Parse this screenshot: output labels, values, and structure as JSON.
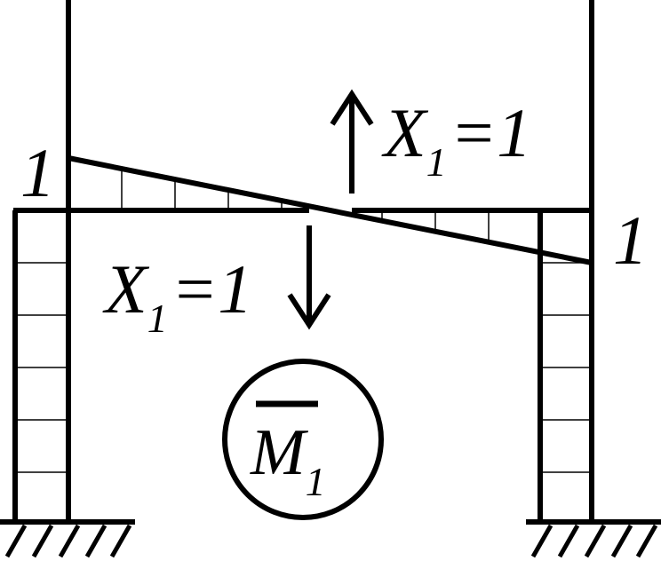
{
  "diagram": {
    "labels": {
      "moment_left": "1",
      "moment_right": "1",
      "force_upper": {
        "main": "X",
        "sub": "1",
        "eq": "=1"
      },
      "force_lower": {
        "main": "X",
        "sub": "1",
        "eq": "=1"
      },
      "diagram_name": {
        "main": "M",
        "sub": "1"
      }
    },
    "colors": {
      "stroke": "#000000",
      "hatch": "#000000",
      "background": "#ffffff"
    },
    "icons": [
      "arrow-up-icon",
      "arrow-down-icon",
      "fixed-support-icon"
    ]
  }
}
